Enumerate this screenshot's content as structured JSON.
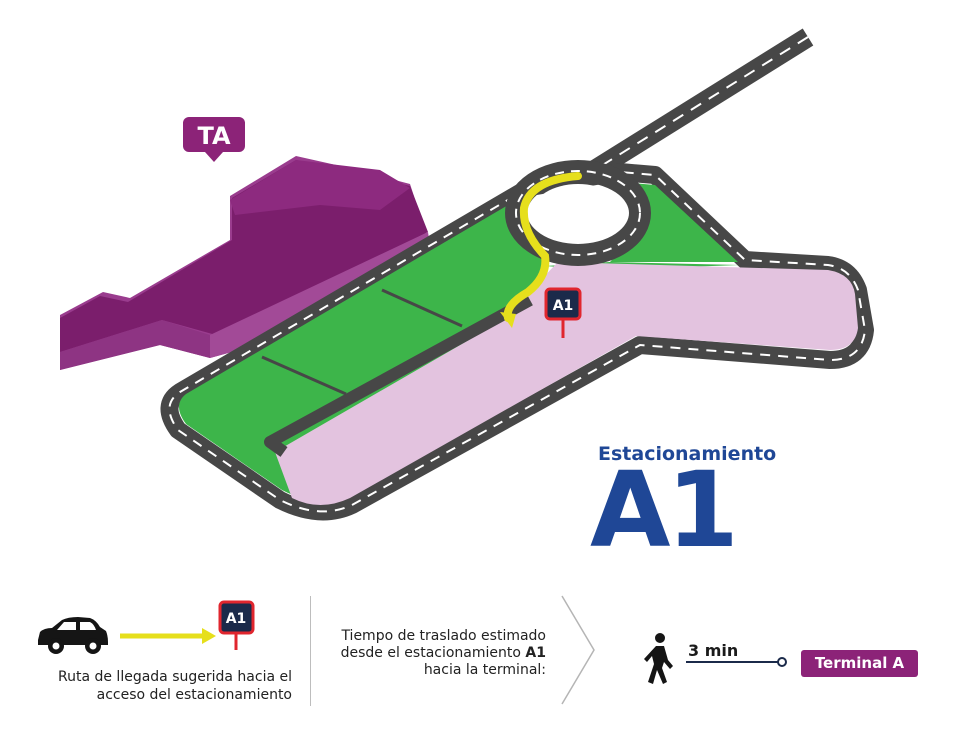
{
  "map": {
    "terminal_marker": "TA",
    "parking_marker": "A1"
  },
  "parking_title": {
    "subtitle": "Estacionamiento",
    "code": "A1"
  },
  "legend": {
    "route_caption": "Ruta de llegada sugerida hacia el acceso del estacionamiento",
    "route_sign": "A1",
    "time_caption_prefix": "Tiempo de traslado estimado desde el estacionamiento",
    "time_caption_code": "A1",
    "time_caption_suffix": "hacia la terminal:",
    "walk_time": "3 min",
    "terminal_label": "Terminal A"
  },
  "colors": {
    "terminal_purple": "#8c2378",
    "parking_pink": "#e3c3df",
    "grass_green": "#3db54a",
    "road_gray": "#4a4a4a",
    "route_yellow": "#e6df1c",
    "title_blue": "#1f4796",
    "sign_red": "#e0262e",
    "sign_navy": "#1b2a4a"
  },
  "icons": [
    "car-icon",
    "arrow-right-icon",
    "parking-sign-icon",
    "chevron-right-icon",
    "walking-person-icon"
  ]
}
